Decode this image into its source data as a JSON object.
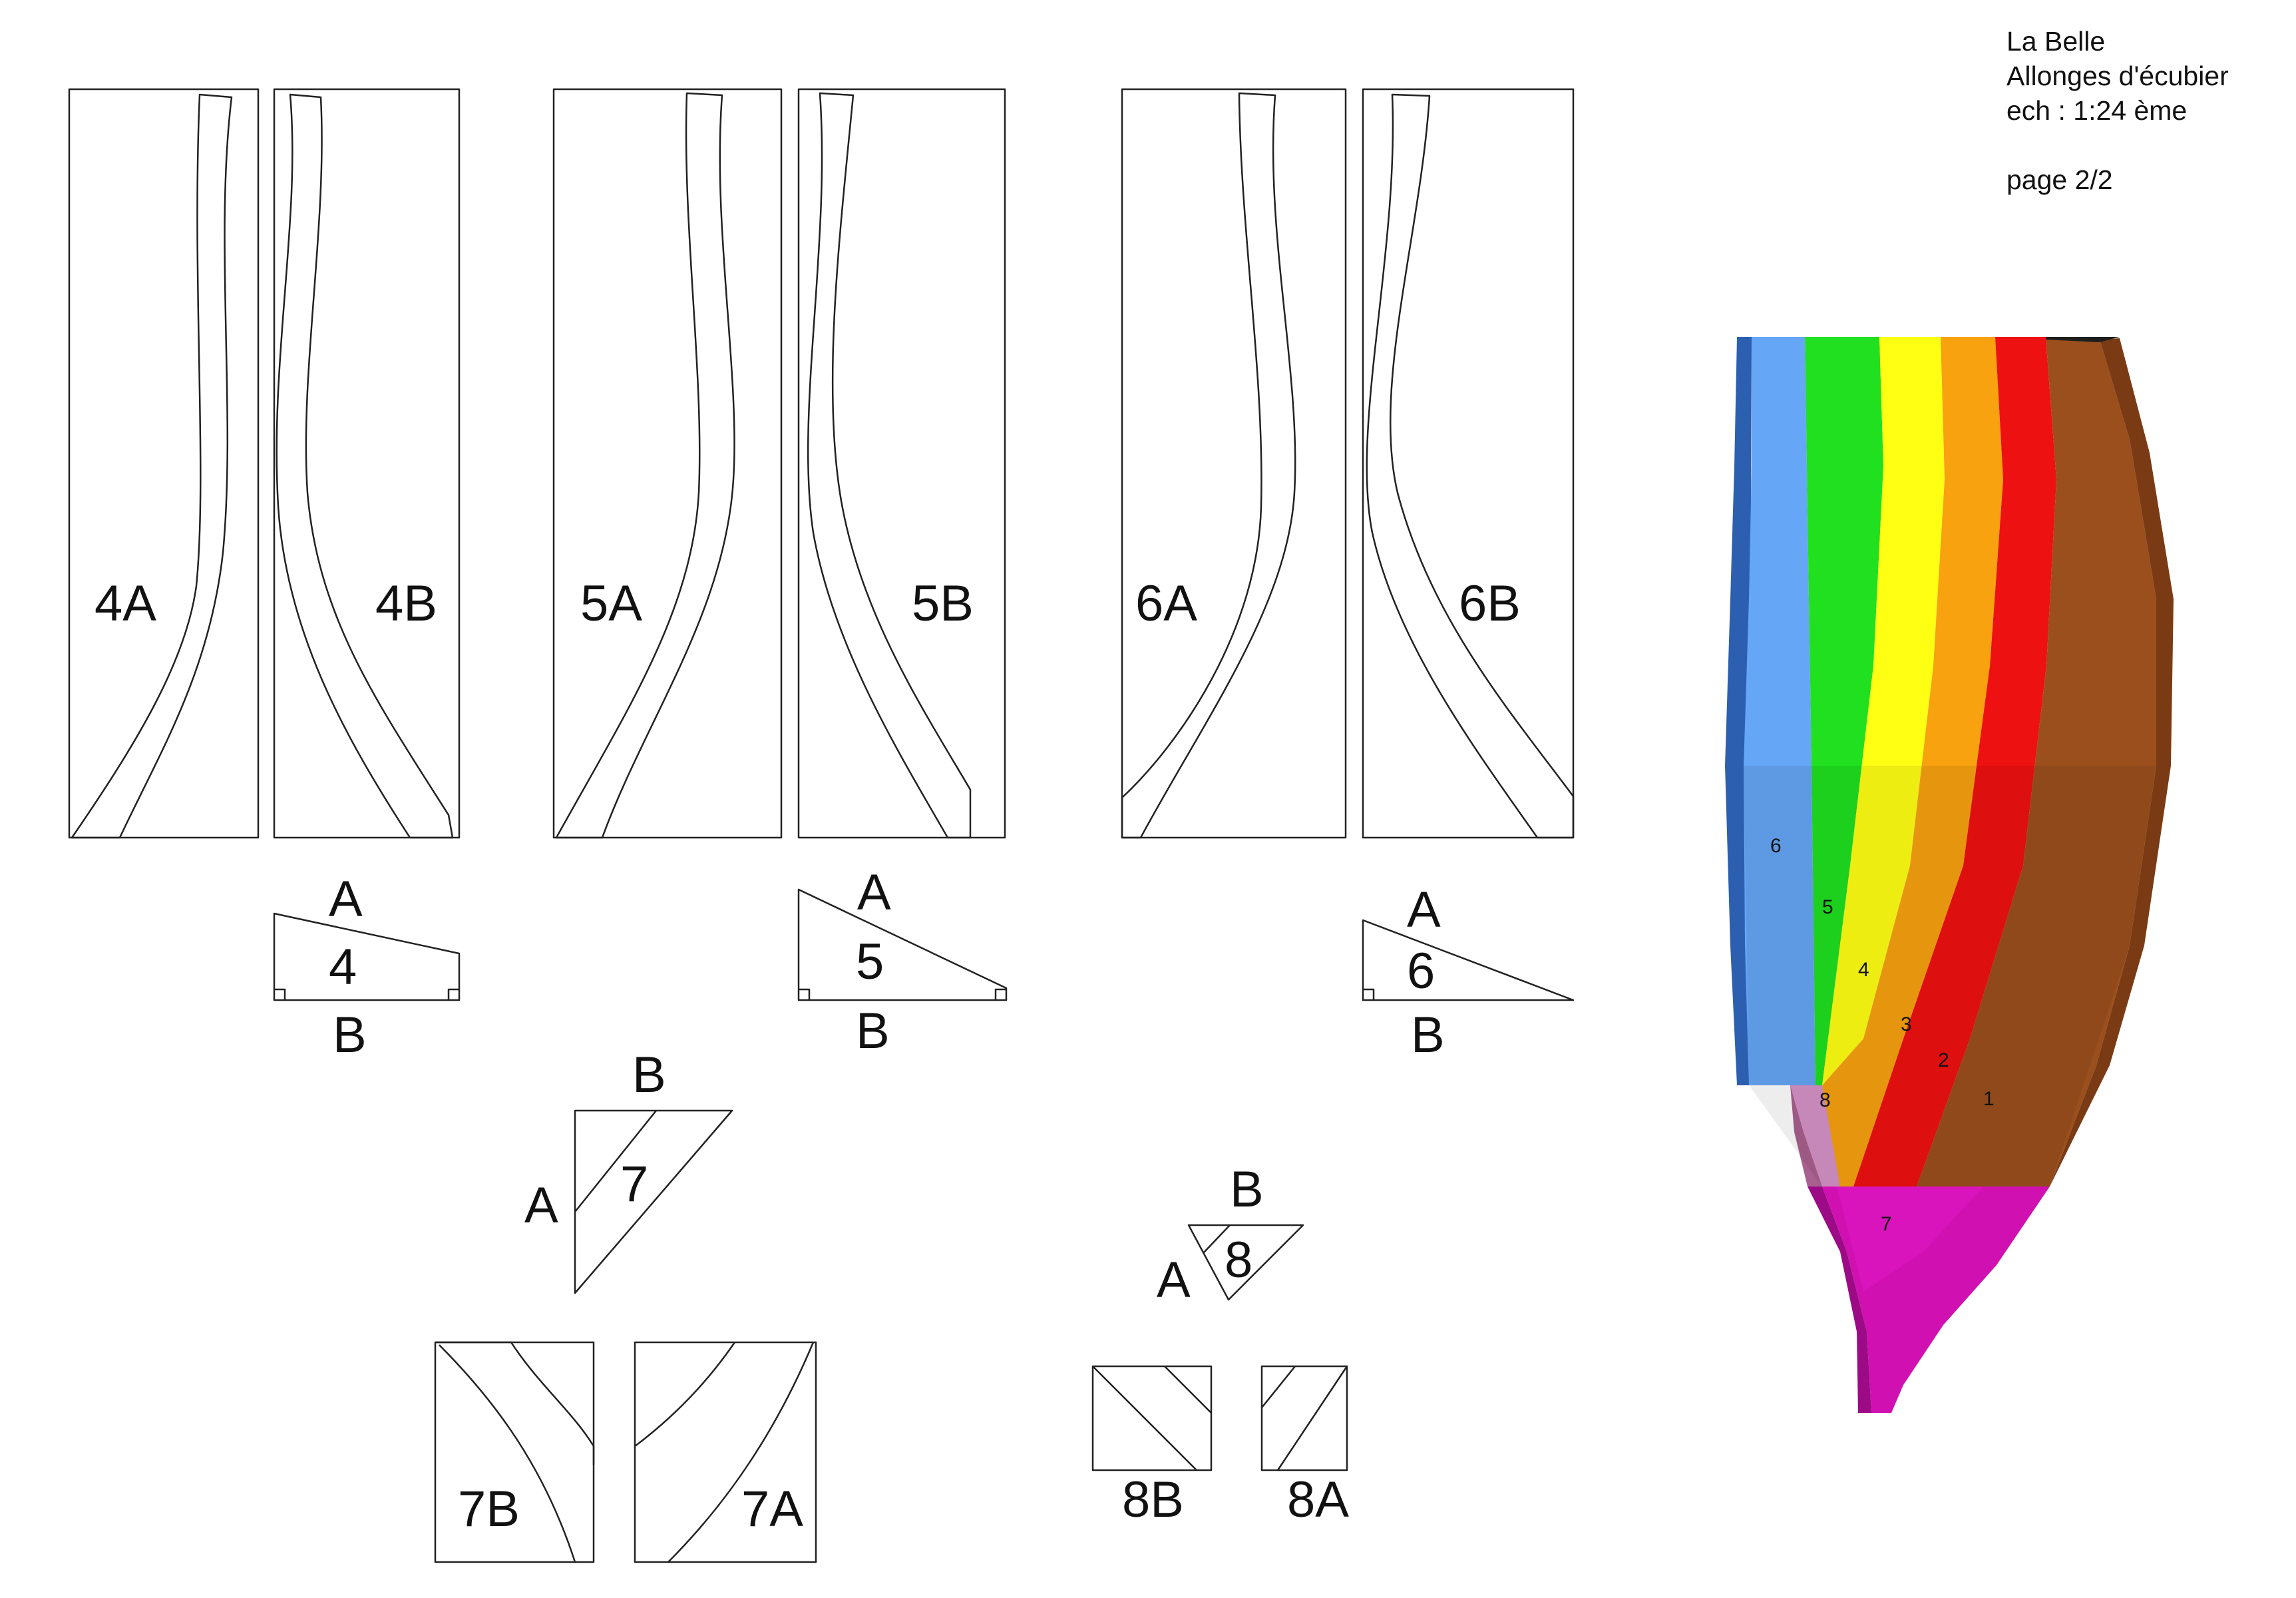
{
  "title_block": {
    "line1": "La Belle",
    "line2": "Allonges d'écubier",
    "line3": "ech : 1:24 ème",
    "line4": "page 2/2"
  },
  "templates": {
    "t4A": "4A",
    "t4B": "4B",
    "t5A": "5A",
    "t5B": "5B",
    "t6A": "6A",
    "t6B": "6B",
    "t7A": "7A",
    "t7B": "7B",
    "t8A": "8A",
    "t8B": "8B"
  },
  "sections": {
    "s4": {
      "top": "A",
      "num": "4",
      "bottom": "B"
    },
    "s5": {
      "top": "A",
      "num": "5",
      "bottom": "B"
    },
    "s6": {
      "top": "A",
      "num": "6",
      "bottom": "B"
    },
    "s7": {
      "top": "B",
      "num": "7",
      "side": "A"
    },
    "s8": {
      "top": "B",
      "num": "8",
      "side": "A"
    }
  },
  "assembly_view": {
    "labels": {
      "p1": "1",
      "p2": "2",
      "p3": "3",
      "p4": "4",
      "p5": "5",
      "p6": "6",
      "p7": "7",
      "p8": "8"
    },
    "colors": {
      "p1": "#9b4f1c",
      "p1_dark": "#7a3b14",
      "p2": "#ee1111",
      "p3": "#f8a210",
      "p4": "#ffff14",
      "p5": "#20e020",
      "p6": "#66a6f6",
      "p6_dark": "#2d5fb0",
      "p7": "#d010b0",
      "p8": "#d592c8"
    }
  }
}
